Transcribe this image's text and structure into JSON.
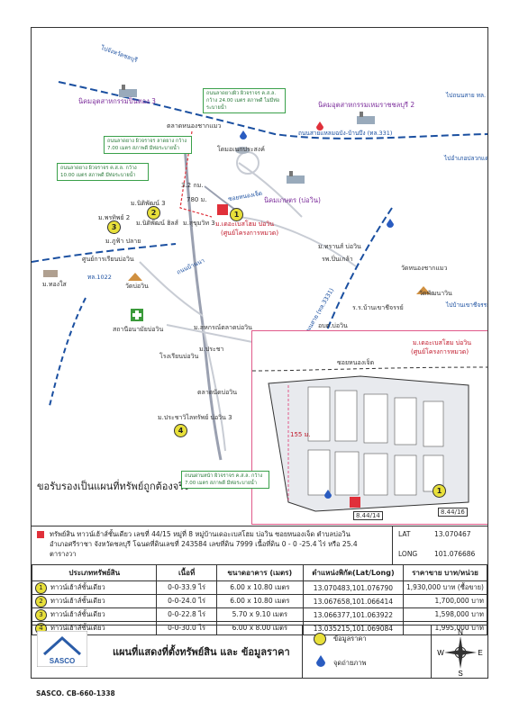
{
  "map": {
    "industrial_3": "นิคมอุตสาหกรรมปิ่นทอง 3",
    "industrial_2": "นิคมอุตสาหกรรมเหมราชชลบุรี 2",
    "pin_tong": "นิคมเกษตร (บ่อวิน)",
    "highway": "ถนนสายแหลมฉบัง-บ้านบึง (ทล.331)",
    "to_chonburi": "ไปจังหวัดชลบุรี",
    "to_pluakdaeng": "ไปอำเภอปลวกแดง",
    "to_hwy": "ไปถนนสาย ทล.",
    "to_chachoeng": "ไปบ้านเขาชีจรรย์",
    "subject_name": "ม.เดอะเบสโฮม บ่อวิน",
    "subject_sub": "(ศูนย์โครงการหมวด)",
    "road_3331": "ถนนสาย (ทล.3331)",
    "road_1022": "ทล.1022",
    "road_local": "ถนนบ้านนา",
    "road_soi": "ซอยหนองเจ็ด",
    "dist_1": "3.2 กม.",
    "dist_2": "780 ม.",
    "dist_inset": "155 ม.",
    "inset_subject": "ม.เดอะเบสโฮม บ่อวิน",
    "inset_sub": "(ศูนย์โครงการหมวด)",
    "inset_soi": "ซอยหนองเจ็ด",
    "lot_label": "8.44/16",
    "lot_label2": "8.44/14",
    "callouts": [
      "ถนนลาดยางผิว ผิวจราจร ค.ส.ล. กว้าง 24.00 เมตร สภาพดี ไม่มีท่อระบายน้ำ",
      "ถนนลาดยาง ผิวจราจร ลาดยาง กว้าง 7.00 เมตร สภาพดี มีท่อระบายน้ำ",
      "ถนนลาดยาง ผิวจราจร ค.ส.ล. กว้าง 10.00 เมตร สภาพดี มีท่อระบายน้ำ",
      "ถนนผ่านหน้า ผิวจราจร ค.ส.ล. กว้าง 7.00 เมตร สภาพดี มีท่อระบายน้ำ"
    ],
    "places": [
      "ตลาดหนองชากแมว",
      "โดมอเนกประสงค์",
      "ม.นิติพัฒน์ 3",
      "ม.พรทิพย์ 2",
      "ม.นิติพัฒน์ ฮิลส์",
      "ม.ภูฟ้า ปลาย",
      "ม.สุขุมวิท 3",
      "ศูนย์การเรียนบ่อวิน",
      "วัดบ่อวิน",
      "ม.ทองใส",
      "สถานีอนามัยบ่อวิน",
      "โรงเรียนบ่อวิน",
      "ม.สหกรณ์ตลาดบ่อวิน",
      "ม.ประชา",
      "ตลาดนัดบ่อวิน",
      "ม.ประชาวิไลทรัพย์ บ่อวิน 3",
      "ม.ทรานส์ บ่อวิน",
      "รพ.ปิ่นเกล้า",
      "ร.ร.บ้านเขาชีจรรย์",
      "อบต.บ่อวิน",
      "วัดหนองชากแมว",
      "วัดพัฒนาวิน"
    ],
    "certify": "ขอรับรองเป็นแผนที่ทรัพย์ถูกต้องจริง"
  },
  "info": {
    "desc_line1": "ทรัพย์สิน ทาวน์เฮ้าส์ชั้นเดียว เลขที่ 44/15 หมู่ที่ 8 หมู่บ้านเดอะเบสโฮม บ่อวิน ซอยหนองเจ็ด ตำบลบ่อวิน",
    "desc_line2": "อำเภอศรีราชา จังหวัดชลบุรี โฉนดที่ดินเลขที่ 243584 เลขที่ดิน 7999 เนื้อที่ดิน 0 - 0 -25.4 ไร่ หรือ 25.4",
    "desc_line3": "ตารางวา",
    "lat_label": "LAT",
    "lat_value": "13.070467",
    "long_label": "LONG",
    "long_value": "101.076686",
    "headers": [
      "ประเภททรัพย์สิน",
      "เนื้อที่",
      "ขนาดอาคาร (เมตร)",
      "ตำแหน่งพิกัด(Lat/Long)",
      "ราคาขาย บาท/หน่วย"
    ],
    "rows": [
      {
        "n": "1",
        "type": "ทาวน์เฮ้าส์ชั้นเดียว",
        "area": "0-0-33.9 ไร่",
        "size": "6.00 x 10.80 เมตร",
        "coord": "13.070483,101.076790",
        "price": "1,930,000 บาท (ซื้อขาย)"
      },
      {
        "n": "2",
        "type": "ทาวน์เฮ้าส์ชั้นเดียว",
        "area": "0-0-24.0 ไร่",
        "size": "6.00 x 10.80 เมตร",
        "coord": "13.067658,101.066414",
        "price": "1,700,000 บาท"
      },
      {
        "n": "3",
        "type": "ทาวน์เฮ้าส์ชั้นเดียว",
        "area": "0-0-22.8 ไร่",
        "size": "5.70 x 9.10 เมตร",
        "coord": "13.066377,101.063922",
        "price": "1,598,000 บาท"
      },
      {
        "n": "4",
        "type": "ทาวน์เฮ้าส์ชั้นเดียว",
        "area": "0-0-30.0 ไร่",
        "size": "6.00 x 8.00 เมตร",
        "coord": "13.035215,101.069084",
        "price": "1,995,000 บาท"
      }
    ],
    "footer_title": "แผนที่แสดงที่ตั้งทรัพย์สิน และ ข้อมูลราคา",
    "legend_1": "ข้อมูลราคา",
    "legend_2": "จุดถ่ายภาพ",
    "logo_text": "SASCO",
    "compass_n": "N",
    "compass_s": "S",
    "compass_e": "E",
    "compass_w": "W"
  },
  "doc_no": "SASCO. CB-660-1338",
  "colors": {
    "subject": "#e0303a",
    "pin": "#e8e03a",
    "road_blue": "#1a4fa0",
    "callout": "#3aa04a",
    "inset_border": "#e05a8a"
  }
}
